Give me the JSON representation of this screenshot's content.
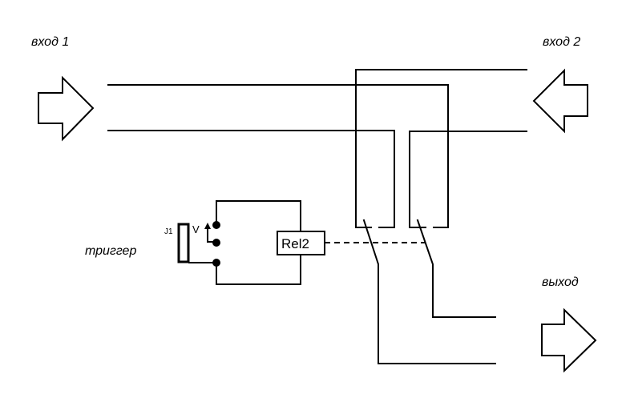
{
  "diagram": {
    "type": "relay switching circuit",
    "labels": {
      "input1": "вход 1",
      "input2": "вход 2",
      "output": "выход",
      "trigger": "триггер"
    },
    "components": {
      "jumper": {
        "name": "J1"
      },
      "switch_marker": "V",
      "relay": {
        "name": "Rel2"
      }
    },
    "colors": {
      "line": "#000000",
      "background": "#ffffff"
    }
  }
}
